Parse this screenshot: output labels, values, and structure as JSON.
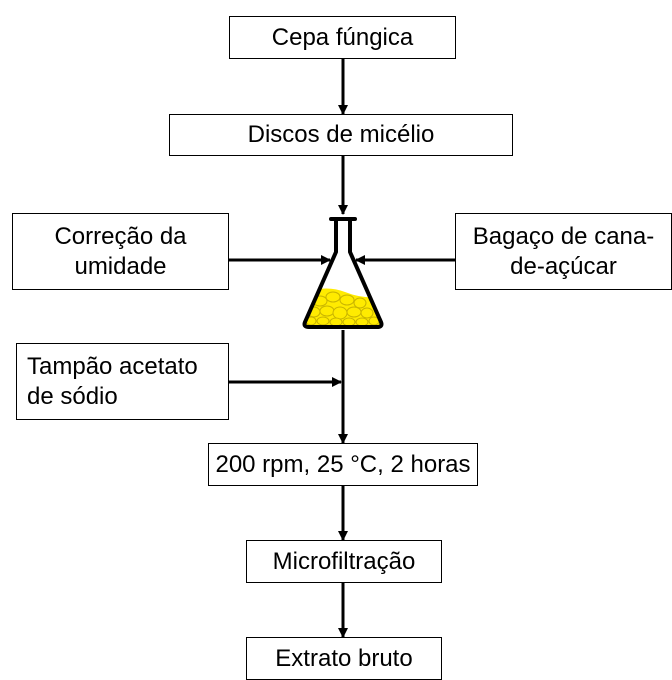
{
  "colors": {
    "stroke": "#000000",
    "background": "#ffffff",
    "substrate_fill": "#FFEB00",
    "substrate_stroke": "#C8B400"
  },
  "nodes": {
    "strain": {
      "label": "Cepa fúngica"
    },
    "mycelium_discs": {
      "label": "Discos de micélio"
    },
    "moisture_correction": {
      "line1": "Correção da",
      "line2": "umidade"
    },
    "bagasse": {
      "line1": "Bagaço de cana-",
      "line2": "de-açúcar"
    },
    "flask": {
      "icon": "erlenmeyer-flask-icon"
    },
    "sodium_acetate_buffer": {
      "line1": "Tampão acetato",
      "line2": "de sódio"
    },
    "incubation": {
      "label": "200 rpm, 25 °C, 2 horas"
    },
    "microfiltration": {
      "label": "Microfiltração"
    },
    "crude_extract": {
      "label": "Extrato bruto"
    }
  }
}
